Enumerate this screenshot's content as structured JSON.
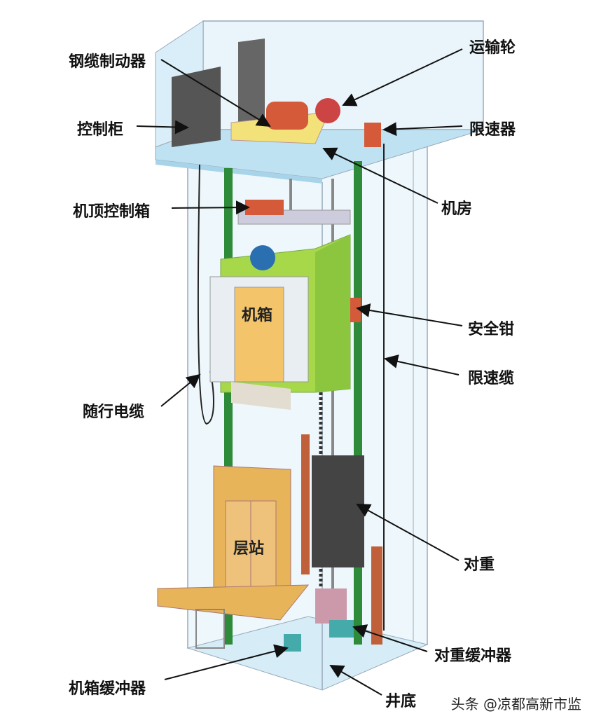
{
  "title": "Elevator structure diagram",
  "labels": {
    "cable_brake": "钢缆制动器",
    "traction_wheel": "运输轮",
    "control_cabinet": "控制柜",
    "speed_governor": "限速器",
    "machine_room": "机房",
    "car_top_box": "机顶控制箱",
    "car": "机箱",
    "safety_gear": "安全钳",
    "governor_rope": "限速缆",
    "traveling_cable": "随行电缆",
    "landing": "层站",
    "counterweight": "对重",
    "counterweight_buffer": "对重缓冲器",
    "car_buffer": "机箱缓冲器",
    "pit": "井底"
  },
  "watermark": "头条 @凉都高新市监",
  "colors": {
    "shaft": "#dff0f8",
    "rail": "#2e8b3a",
    "car": "#a6d84a",
    "door": "#e8b45a",
    "counterweight": "#444",
    "motor": "#d45a3a"
  }
}
